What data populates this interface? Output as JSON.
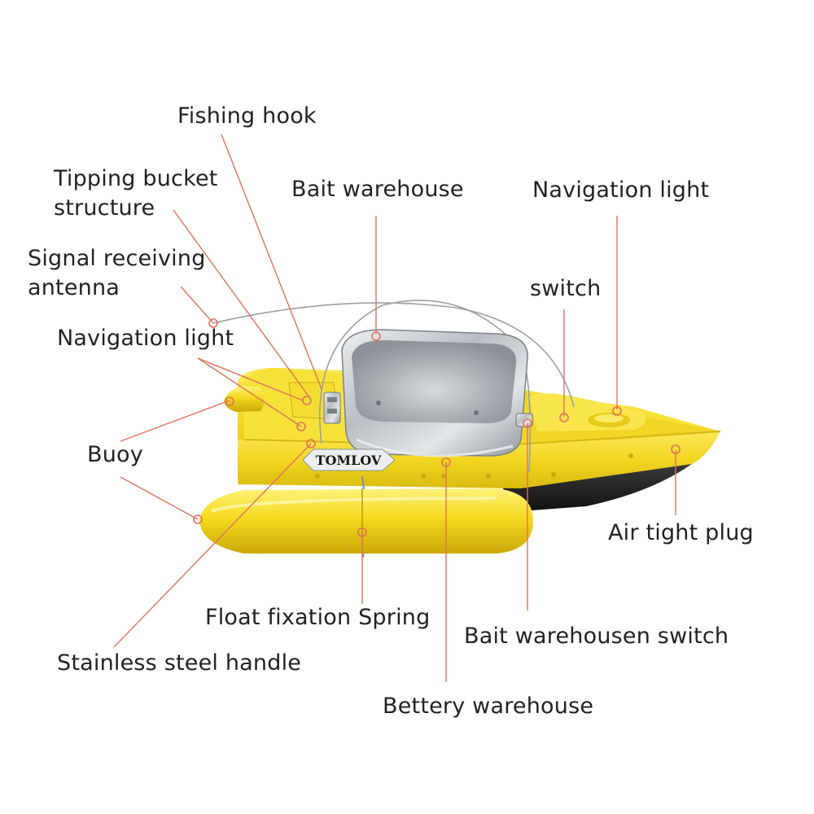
{
  "brand": "TOMLOV",
  "colors": {
    "hull": "#f2d620",
    "hull_shadow": "#d9bc10",
    "float": "#f5da1e",
    "keel": "#2b2b2b",
    "steel": "#c9cdd1",
    "leader_line": "#e2725b",
    "label_text": "#222222"
  },
  "labels": {
    "fishing_hook": "Fishing hook",
    "tipping_bucket_line1": "Tipping bucket",
    "tipping_bucket_line2": "structure",
    "bait_warehouse": "Bait warehouse",
    "navigation_light_right": "Navigation light",
    "signal_antenna_line1": "Signal receiving",
    "signal_antenna_line2": "antenna",
    "switch": "switch",
    "navigation_light_left": "Navigation light",
    "buoy": "Buoy",
    "air_tight_plug": "Air tight plug",
    "float_fixation_spring": "Float fixation Spring",
    "bait_warehouse_switch": "Bait warehousen switch",
    "stainless_steel_handle": "Stainless steel handle",
    "battery_warehouse": "Bettery warehouse"
  }
}
